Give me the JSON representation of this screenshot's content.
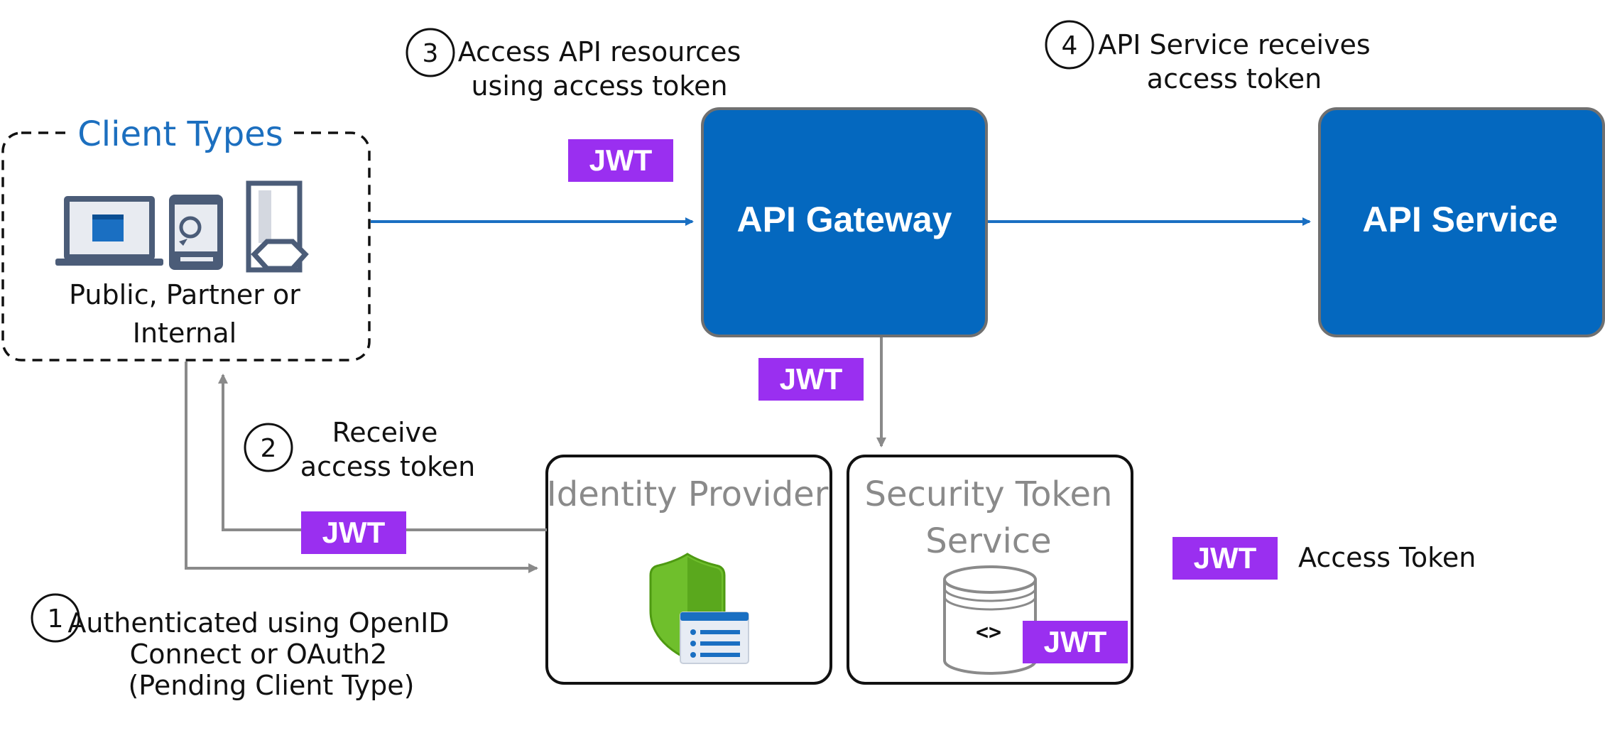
{
  "client_types": {
    "title": "Client Types",
    "caption_line1": "Public, Partner or",
    "caption_line2": "Internal"
  },
  "api_gateway": {
    "label": "API Gateway"
  },
  "api_service": {
    "label": "API Service"
  },
  "identity_provider": {
    "label": "Identity Provider"
  },
  "security_token_service": {
    "label_line1": "Security Token",
    "label_line2": "Service",
    "code_glyph": "<>"
  },
  "steps": [
    {
      "number": "1",
      "lines": [
        "Authenticated using OpenID",
        "Connect or OAuth2",
        "(Pending Client Type)"
      ]
    },
    {
      "number": "2",
      "lines": [
        "Receive",
        "access token"
      ]
    },
    {
      "number": "3",
      "lines": [
        "Access API resources",
        "using access token"
      ]
    },
    {
      "number": "4",
      "lines": [
        "API Service receives",
        "access token"
      ]
    }
  ],
  "token": {
    "label": "JWT"
  },
  "legend": {
    "label": "Access Token"
  },
  "colors": {
    "blue_box": "#0468bf",
    "box_border": "#707070",
    "arrow_blue": "#1a6fc2",
    "arrow_grey": "#8a8a8a",
    "jwt_purple": "#9a2ff0",
    "client_title_blue": "#1c6fbf"
  }
}
